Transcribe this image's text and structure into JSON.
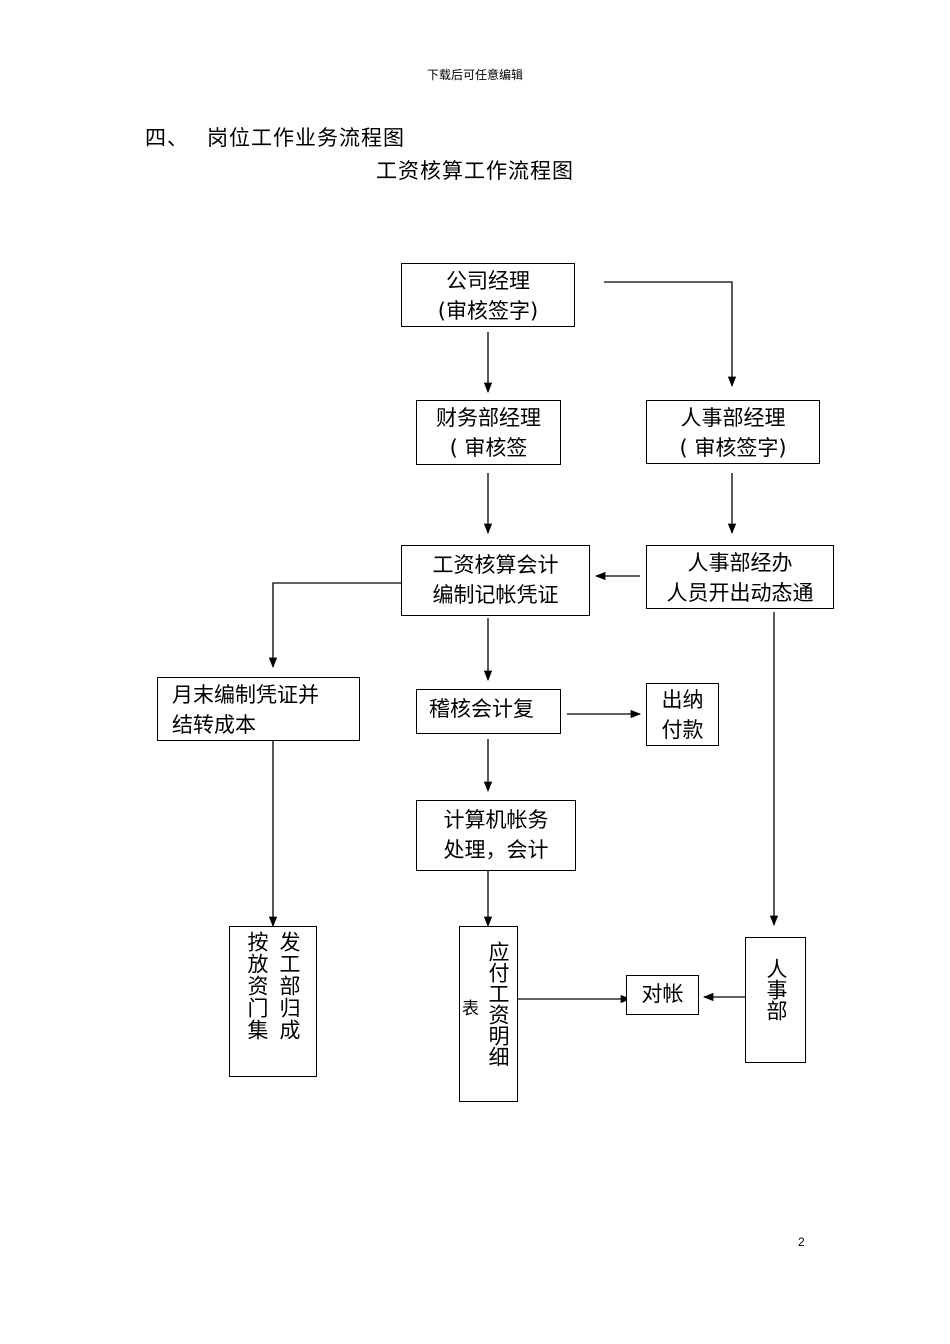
{
  "header_note": "下载后可任意编辑",
  "section": {
    "number": "四、",
    "title": "岗位工作业务流程图"
  },
  "chart_title": "工资核算工作流程图",
  "nodes": {
    "company_manager": {
      "line1": "公司经理",
      "line2": "(审核签字)"
    },
    "finance_manager": {
      "line1": "财务部经理",
      "line2": "( 审核签"
    },
    "hr_manager": {
      "line1": "人事部经理",
      "line2": "( 审核签字)"
    },
    "payroll_accountant": {
      "line1": "工资核算会计",
      "line2": "编制记帐凭证"
    },
    "hr_staff": {
      "line1": "人事部经办",
      "line2": "人员开出动态通"
    },
    "month_end": {
      "line1": "月末编制凭证并",
      "line2": "结转成本"
    },
    "audit_accountant": {
      "line1": "稽核会计复"
    },
    "cashier": {
      "line1": "出纳",
      "line2": "付款"
    },
    "computer_processing": {
      "line1": "计算机帐务",
      "line2": "处理，会计"
    },
    "dept_allocation": {
      "col1": "按放资门集",
      "col2": "发工部归成"
    },
    "payroll_detail": {
      "side_char": "表",
      "col": "应付工资明细"
    },
    "reconcile": {
      "line1": "对帐"
    },
    "hr_dept": {
      "col": "人事部"
    }
  },
  "page_number": "2"
}
